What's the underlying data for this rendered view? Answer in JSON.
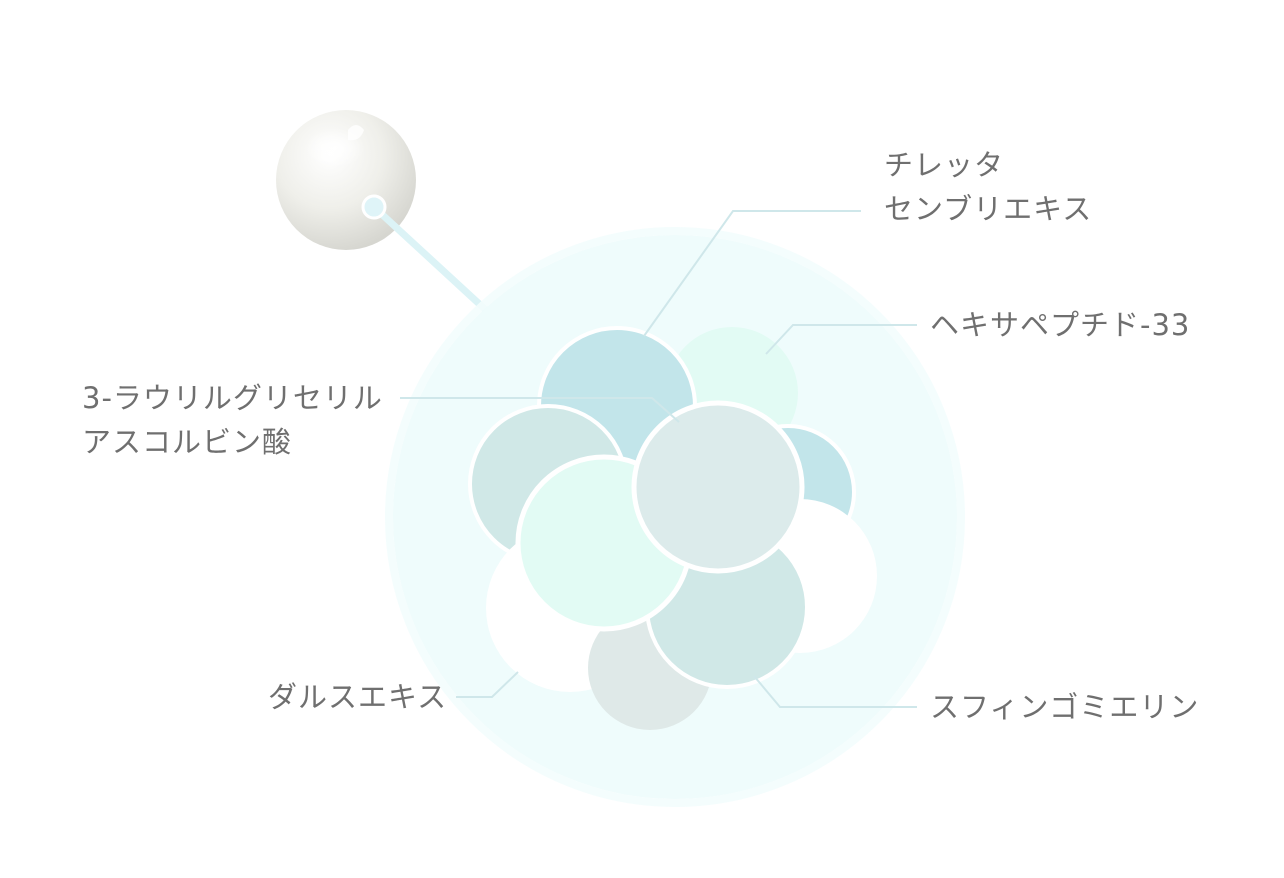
{
  "labels": {
    "chiretta": [
      "チレッタ",
      "センブリエキス"
    ],
    "hexapeptide": [
      "ヘキサペプチド-33"
    ],
    "glyceryl": [
      "3-ラウリルグリセリル",
      "アスコルビン酸"
    ],
    "dulse": [
      "ダルスエキス"
    ],
    "sphingomyelin": [
      "スフィンゴミエリン"
    ]
  },
  "colors": {
    "background": "#ffffff",
    "outer_circle": "#effcfc",
    "blue_circle": "#c2e5ea",
    "mint_circle": "#e2fbf4",
    "grey_circle": "#d9ebea",
    "sage_circle": "#d0e8e7",
    "leader_line": "#cfe7ea",
    "cream": "#f1f1ed",
    "text": "#6f6f6f"
  }
}
